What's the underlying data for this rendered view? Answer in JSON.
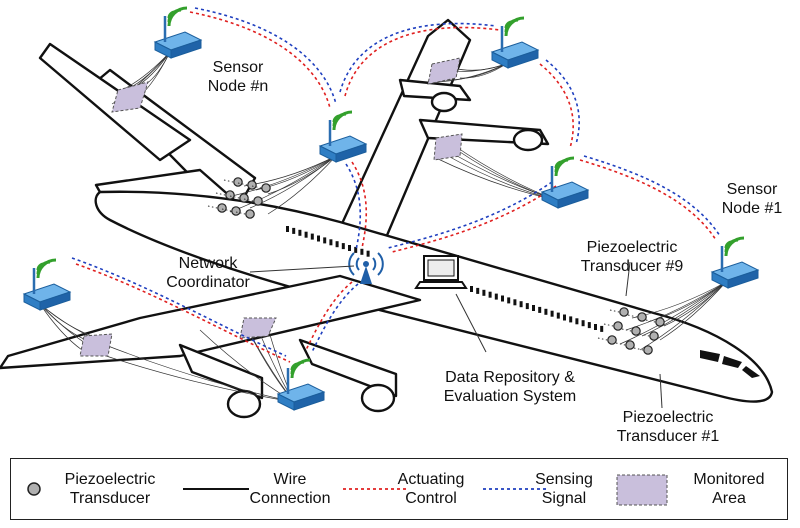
{
  "labels": {
    "sensor_node_n": [
      "Sensor",
      "Node #n"
    ],
    "sensor_node_1": [
      "Sensor",
      "Node #1"
    ],
    "network_coordinator": [
      "Network",
      "Coordinator"
    ],
    "piezo_9": [
      "Piezoelectric",
      "Transducer #9"
    ],
    "piezo_1": [
      "Piezoelectric",
      "Transducer #1"
    ],
    "data_repo": [
      "Data Repository &",
      "Evaluation System"
    ]
  },
  "legend": {
    "piezo": [
      "Piezoelectric",
      "Transducer"
    ],
    "wire": [
      "Wire",
      "Connection"
    ],
    "actuating": [
      "Actuating",
      "Control"
    ],
    "sensing": [
      "Sensing",
      "Signal"
    ],
    "monitored": [
      "Monitored",
      "Area"
    ]
  },
  "colors": {
    "actuating": "#e02020",
    "sensing": "#1f3fbf",
    "node_blue": "#3a8fd8",
    "wifi_green": "#33a02c",
    "monitored_fill": "#c9bfdc",
    "transducer_fill": "#b0b0b0"
  }
}
